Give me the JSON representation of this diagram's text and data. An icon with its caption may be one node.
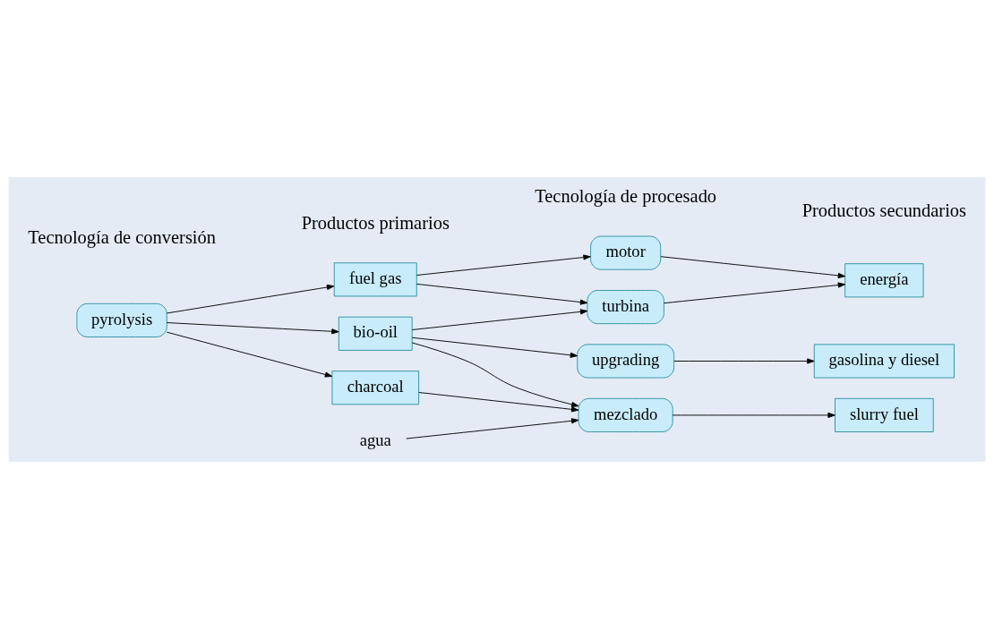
{
  "diagram": {
    "nodes": [
      {
        "text": [
          "pyrolysis"
        ]
      },
      {
        "text": [
          "agua"
        ]
      },
      {
        "text": [
          "charcoal"
        ]
      },
      {
        "text": [
          "bio-oil"
        ]
      },
      {
        "text": [
          "fuel gas"
        ]
      },
      {
        "text": [
          "mezclado"
        ]
      },
      {
        "text": [
          "upgrading"
        ]
      },
      {
        "text": [
          "turbina"
        ]
      },
      {
        "text": [
          "motor"
        ]
      },
      {
        "text": [
          "slurry fuel"
        ]
      },
      {
        "text": [
          "gasolina y diesel"
        ]
      },
      {
        "text": [
          "energía"
        ]
      }
    ],
    "edges": [
      {
        "from": 0,
        "to": 2,
        "arrow": "to"
      },
      {
        "from": 0,
        "to": 3,
        "arrow": "to"
      },
      {
        "from": 0,
        "to": 4,
        "arrow": "to"
      },
      {
        "from": 1,
        "to": 5,
        "arrow": "to"
      },
      {
        "from": 2,
        "to": 5,
        "arrow": "to"
      },
      {
        "from": 3,
        "to": 5,
        "arrow": "to"
      },
      {
        "from": 3,
        "to": 6,
        "arrow": "to"
      },
      {
        "from": 3,
        "to": 7,
        "arrow": "to"
      },
      {
        "from": 4,
        "to": 7,
        "arrow": "to"
      },
      {
        "from": 4,
        "to": 8,
        "arrow": "to"
      },
      {
        "from": 5,
        "to": 9,
        "arrow": "to"
      },
      {
        "from": 6,
        "to": 10,
        "arrow": "to"
      },
      {
        "from": 7,
        "to": 11,
        "arrow": "to"
      },
      {
        "from": 8,
        "to": 11,
        "arrow": "to"
      }
    ],
    "labels": [
      "Tecnología de conversión",
      "Productos primarios",
      "Tecnología de procesado",
      "Productos secundarios"
    ]
  }
}
